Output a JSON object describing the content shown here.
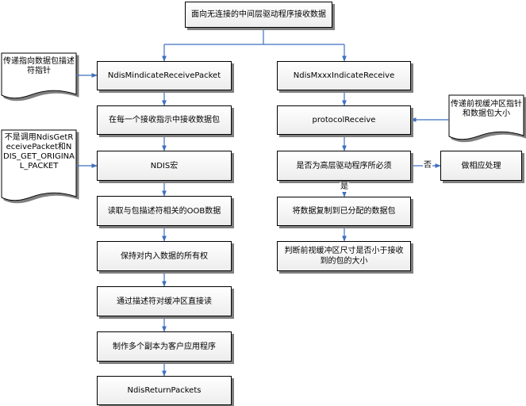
{
  "nodes": {
    "top": "面向无连接的中间层驱动程序接收数据",
    "l1": "NdisMindicateReceivePacket",
    "l2": "在每一个接收指示中接收数据包",
    "l3": "NDIS宏",
    "l4": "读取与包描述符相关的OOB数据",
    "l5": "保持对内入数据的所有权",
    "l6": "通过描述符对缓冲区直接读",
    "l7": "制作多个副本为客户应用程序",
    "l8": "NdisReturnPackets",
    "r1": "NdisMxxxIndicateReceive",
    "r2": "protocolReceive",
    "r3": "是否为高层驱动程序所必须",
    "r4": "将数据复制到已分配的数据包",
    "r5": "判断前视缓冲区尺寸是否小于接收到的包的大小",
    "side": "做相应处理"
  },
  "docs": {
    "d1": "传递指向数据包描述符指针",
    "d2": "不是调用NdisGetReceivePacket和NDIS_GET_ORIGINAL_PACKET",
    "d3": "传递前视缓冲区指针和数据包大小"
  },
  "labels": {
    "no": "否",
    "yes": "是"
  },
  "colors": {
    "connector": "#3f6fbf",
    "box_border": "#000000",
    "shadow": "#7f7f7f"
  }
}
